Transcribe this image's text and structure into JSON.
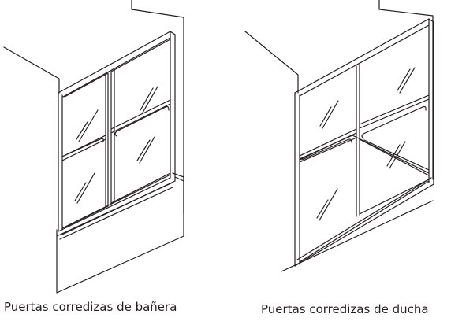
{
  "figures": [
    {
      "id": "bathtub",
      "caption": "Puertas corredizas de bañera"
    },
    {
      "id": "shower",
      "caption": "Puertas corredizas de ducha"
    }
  ],
  "colors": {
    "line": "#231f20",
    "background": "#ffffff"
  }
}
